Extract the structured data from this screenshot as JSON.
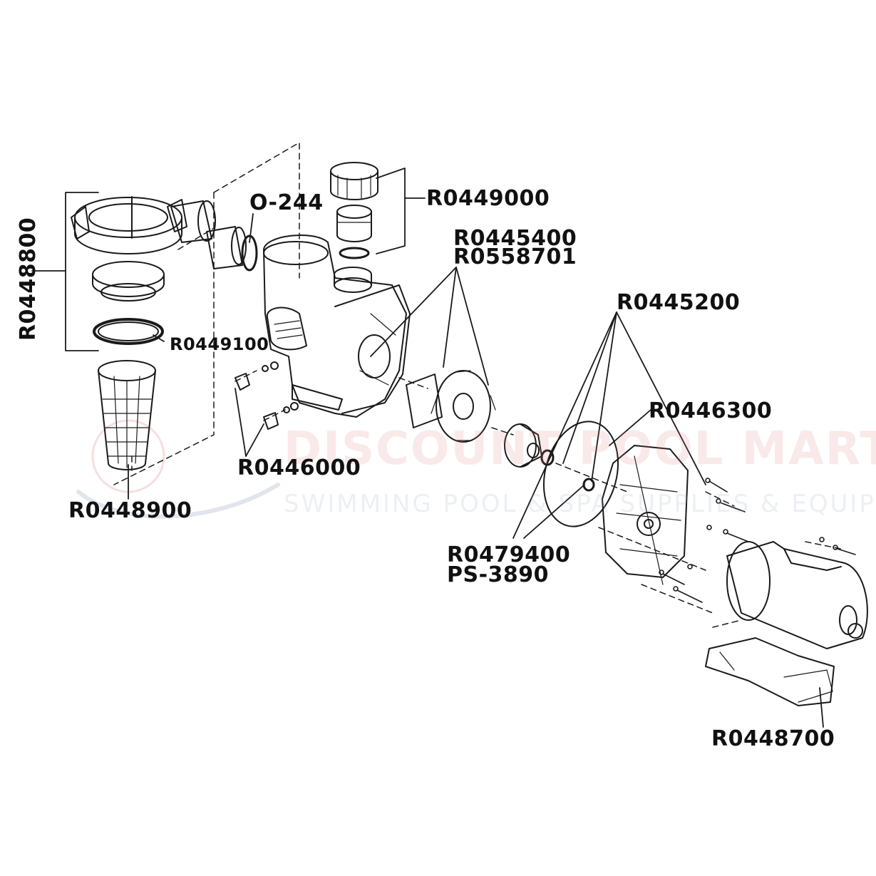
{
  "colors": {
    "line": "#1a1a1a",
    "label": "#111111",
    "watermark_red": "#e07a7a",
    "watermark_blue": "#9aa9c2",
    "background": "#ffffff"
  },
  "watermark": {
    "brand": "DISCOUNT POOL MART",
    "tagline": "SWIMMING POOL & SPA SUPPLIES & EQUIPMENT"
  },
  "parts": {
    "strainer_cover_assembly": "R0448800",
    "o_ring": "O-244",
    "union_kit": "R0449000",
    "seal_plate_1": "R0445400",
    "seal_plate_2": "R0558701",
    "hardware": "R0445200",
    "lid_gasket": "R0449100",
    "drain_plug": "R0446000",
    "basket": "R0448900",
    "motor_plate": "R0446300",
    "seal_1": "R0479400",
    "seal_2": "PS-3890",
    "motor_base": "R0448700"
  }
}
